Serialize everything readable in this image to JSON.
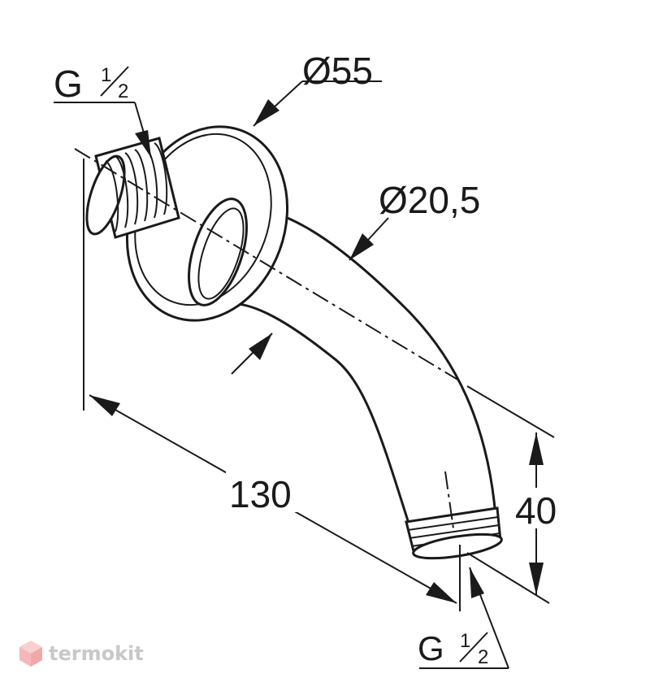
{
  "labels": {
    "thread_top_prefix": "G",
    "thread_top_num": "1",
    "thread_top_den": "2",
    "flange_diameter": "Ø55",
    "pipe_diameter": "Ø20,5",
    "length": "130",
    "height": "40",
    "thread_bottom_prefix": "G",
    "thread_bottom_num": "1",
    "thread_bottom_den": "2"
  },
  "watermark": {
    "text": "termokit",
    "color": "#c8c8c8",
    "icon": "hexagon-cube-icon"
  }
}
